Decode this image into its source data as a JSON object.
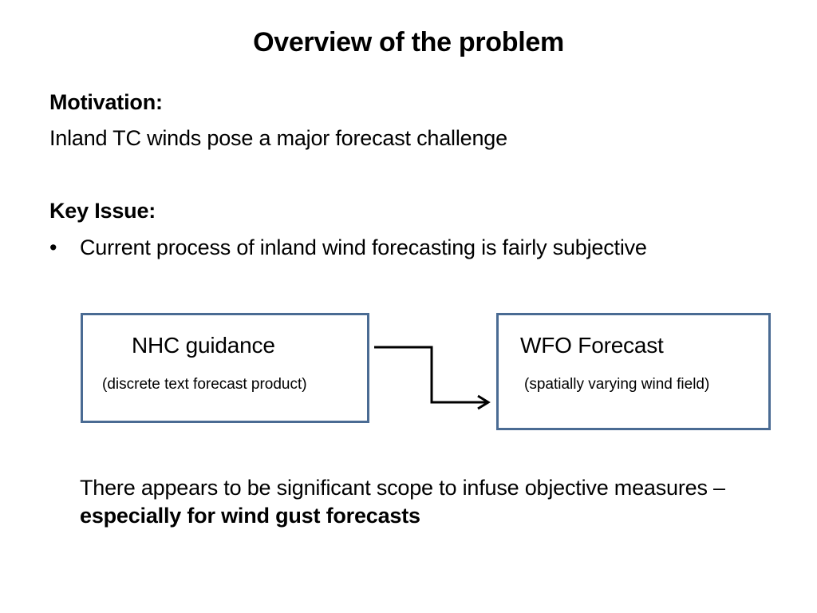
{
  "slide": {
    "title": "Overview of the problem",
    "motivation": {
      "heading": "Motivation:",
      "text": "Inland TC winds pose a major forecast challenge"
    },
    "key_issue": {
      "heading": "Key Issue:",
      "bullet_symbol": "•",
      "bullet": "Current process of inland wind forecasting is fairly subjective"
    },
    "flow": {
      "left_box": {
        "title": "NHC guidance",
        "subtitle": "(discrete text forecast product)"
      },
      "right_box": {
        "title": "WFO Forecast",
        "subtitle": "(spatially varying wind field)"
      },
      "box_border_color": "#4a6b93",
      "arrow_icon": "elbow-arrow-icon"
    },
    "conclusion": {
      "text": "There appears to be significant scope to infuse objective measures – ",
      "emphasis": "especially for wind gust forecasts"
    }
  }
}
